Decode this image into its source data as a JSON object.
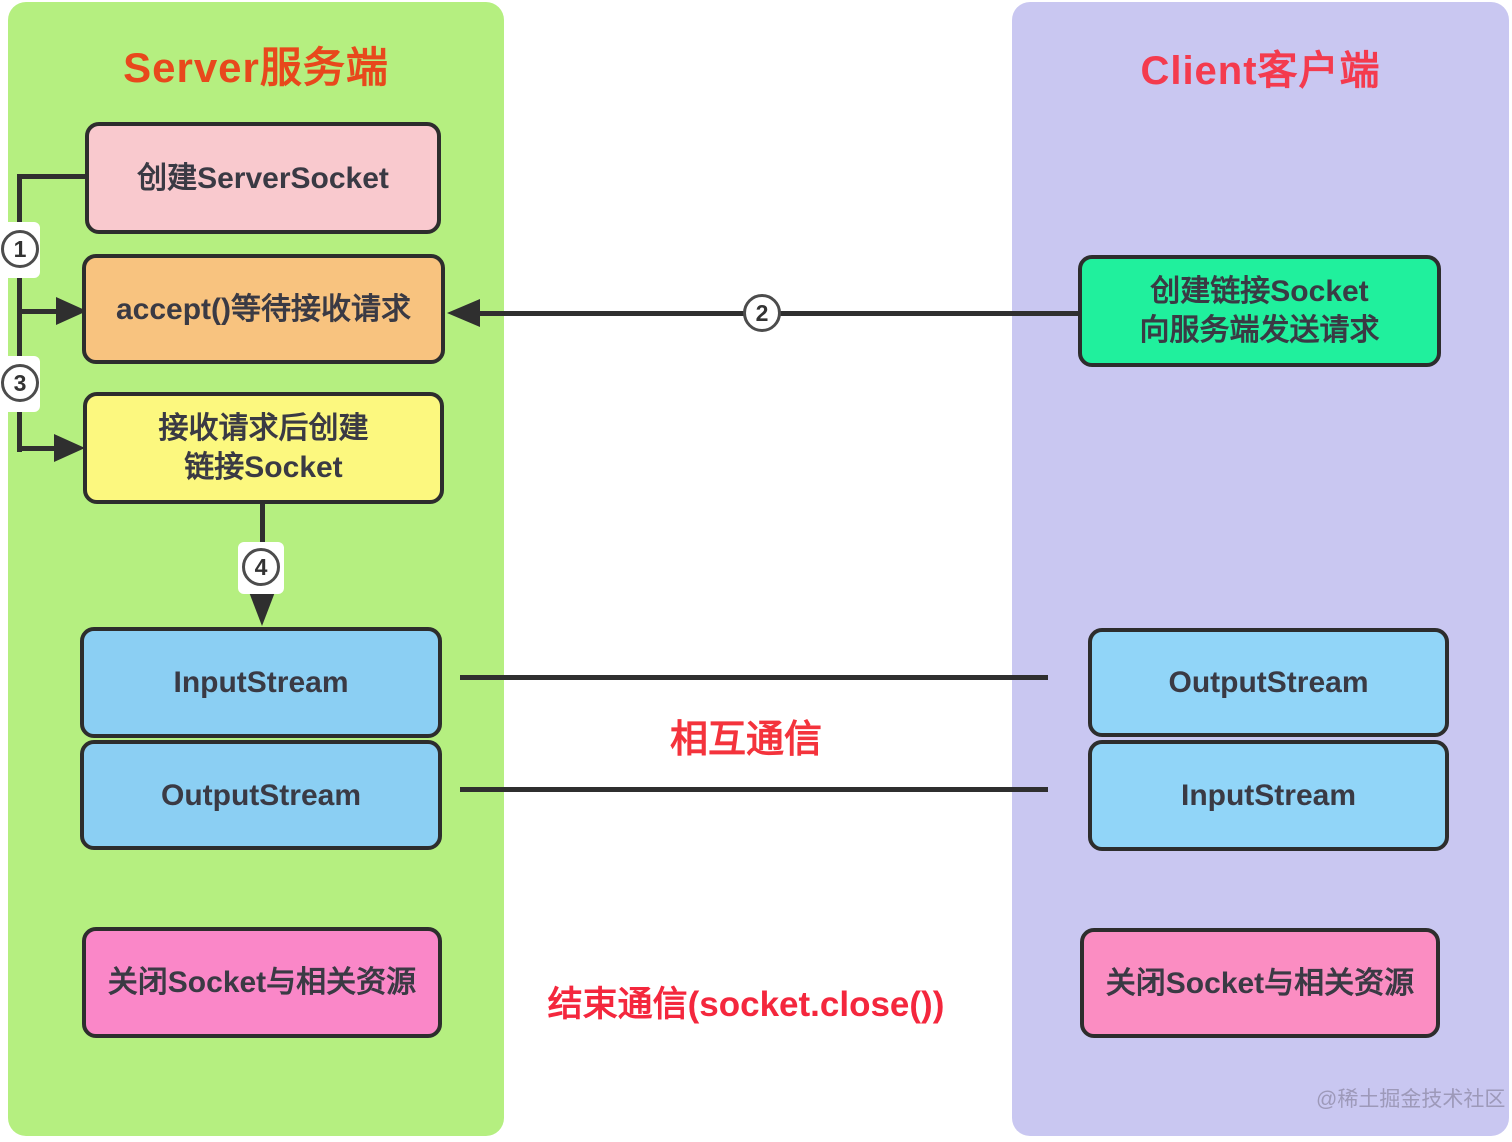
{
  "server": {
    "title": "Server服务端",
    "boxes": [
      {
        "id": "create_serversocket",
        "label": "创建ServerSocket"
      },
      {
        "id": "accept_wait",
        "label": "accept()等待接收请求"
      },
      {
        "id": "create_link_socket",
        "line1": "接收请求后创建",
        "line2": "链接Socket"
      },
      {
        "id": "input_stream",
        "label": "InputStream"
      },
      {
        "id": "output_stream",
        "label": "OutputStream"
      },
      {
        "id": "close_socket",
        "label": "关闭Socket与相关资源"
      }
    ]
  },
  "client": {
    "title": "Client客户端",
    "boxes": [
      {
        "id": "create_socket",
        "line1": "创建链接Socket",
        "line2": "向服务端发送请求"
      },
      {
        "id": "output_stream",
        "label": "OutputStream"
      },
      {
        "id": "input_stream",
        "label": "InputStream"
      },
      {
        "id": "close_socket",
        "label": "关闭Socket与相关资源"
      }
    ]
  },
  "steps": [
    "1",
    "2",
    "3",
    "4"
  ],
  "labels": {
    "mutual_communication": "相互通信",
    "end_communication": "结束通信(socket.close())"
  },
  "watermark": "@稀土掘金技术社区",
  "colors": {
    "server_panel": "#b5ef80",
    "client_panel": "#c9c7f1",
    "server_title": "#e8481c",
    "client_title": "#f43b4e",
    "box_create_serversocket": "#f9c9ce",
    "box_accept": "#f8c37f",
    "box_link_socket": "#fcf87f",
    "box_stream_server": "#8bcff3",
    "box_stream_client": "#91d5f8",
    "box_close": "#fa87c8",
    "box_create_socket_client": "#20f09d",
    "annotation_red": "#f4333c",
    "connector": "#2f2f2f",
    "box_border": "#2d2d2d"
  }
}
